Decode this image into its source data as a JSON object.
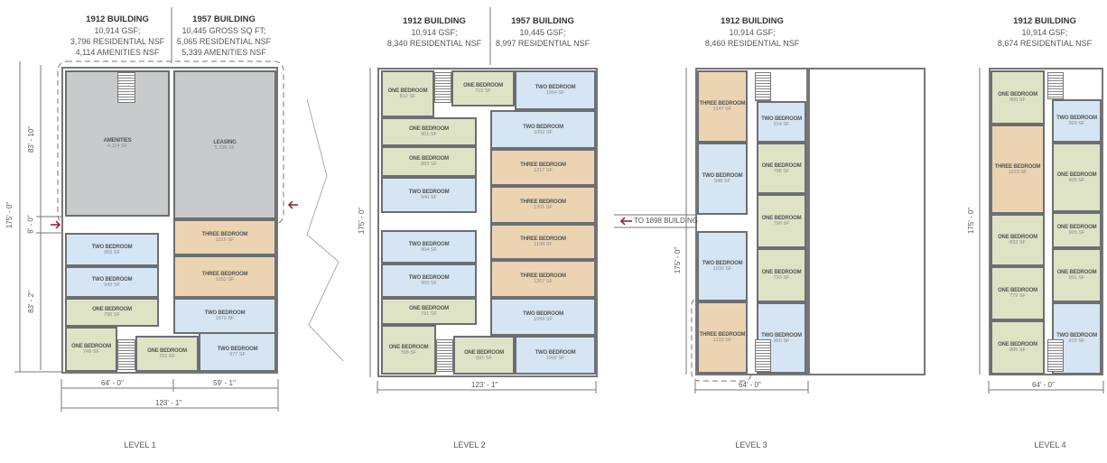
{
  "colors": {
    "one_bedroom": "#dfe3c6",
    "two_bedroom": "#d5e5f3",
    "three_bedroom": "#ecd4b2",
    "amenities": "#c9cacc",
    "entry_arrow": "#8b1a2b"
  },
  "level1": {
    "label": "LEVEL 1",
    "header_1912": {
      "title": "1912 BUILDING",
      "lines": [
        "10,914 GSF;",
        "3,796 RESIDENTIAL NSF",
        "4,114 AMENITIES NSF"
      ]
    },
    "header_1957": {
      "title": "1957 BUILDING",
      "lines": [
        "10,445 GROSS SQ FT;",
        "5,065 RESIDENTIAL NSF",
        "5,339 AMENITIES NSF"
      ]
    },
    "dims": {
      "width_1912": "64' - 0\"",
      "width_1957": "59' - 1\"",
      "total_width": "123' - 1\"",
      "total_height": "175' - 0\"",
      "upper": "83' - 10\"",
      "corridor": "8' - 0\"",
      "lower": "83' - 2\""
    },
    "rooms": [
      {
        "type": "AMENITIES",
        "area": "4,114 SF"
      },
      {
        "type": "LEASING",
        "area": "5,336 SF"
      },
      {
        "type": "THREE BEDROOM",
        "area": "1316 SF"
      },
      {
        "type": "THREE BEDROOM",
        "area": "1352 SF"
      },
      {
        "type": "TWO BEDROOM",
        "area": "955 SF"
      },
      {
        "type": "TWO BEDROOM",
        "area": "946 SF"
      },
      {
        "type": "ONE BEDROOM",
        "area": "796 SF"
      },
      {
        "type": "ONE BEDROOM",
        "area": "748 SF"
      },
      {
        "type": "ONE BEDROOM",
        "area": "701 SF"
      },
      {
        "type": "TWO BEDROOM",
        "area": "1070 SF"
      },
      {
        "type": "TWO BEDROOM",
        "area": "977 SF"
      }
    ]
  },
  "level2": {
    "label": "LEVEL 2",
    "header_1912": {
      "title": "1912 BUILDING",
      "lines": [
        "10,914 GSF;",
        "8,340 RESIDENTIAL NSF"
      ]
    },
    "header_1957": {
      "title": "1957 BUILDING",
      "lines": [
        "10,445 GSF;",
        "8,997 RESIDENTIAL NSF"
      ]
    },
    "dims": {
      "total_width": "123' - 1\"",
      "total_height": "175' - 0\""
    },
    "rooms": [
      {
        "type": "ONE BEDROOM",
        "area": "812 SF"
      },
      {
        "type": "ONE BEDROOM",
        "area": "715 SF"
      },
      {
        "type": "TWO BEDROOM",
        "area": "1064 SF"
      },
      {
        "type": "ONE BEDROOM",
        "area": "901 SF"
      },
      {
        "type": "ONE BEDROOM",
        "area": "883 SF"
      },
      {
        "type": "TWO BEDROOM",
        "area": "940 SF"
      },
      {
        "type": "TWO BEDROOM",
        "area": "964 SF"
      },
      {
        "type": "TWO BEDROOM",
        "area": "955 SF"
      },
      {
        "type": "ONE BEDROOM",
        "area": "791 SF"
      },
      {
        "type": "ONE BEDROOM",
        "area": "798 SF"
      },
      {
        "type": "ONE BEDROOM",
        "area": "691 SF"
      },
      {
        "type": "TWO BEDROOM",
        "area": "1002 SF"
      },
      {
        "type": "TWO BEDROOM",
        "area": "1052 SF"
      },
      {
        "type": "THREE BEDROOM",
        "area": "1217 SF"
      },
      {
        "type": "THREE BEDROOM",
        "area": "1201 SF"
      },
      {
        "type": "THREE BEDROOM",
        "area": "1198 SF"
      },
      {
        "type": "THREE BEDROOM",
        "area": "1207 SF"
      },
      {
        "type": "TWO BEDROOM",
        "area": "1058 SF"
      }
    ]
  },
  "level3": {
    "label": "LEVEL 3",
    "header_1912": {
      "title": "1912 BUILDING",
      "lines": [
        "10,914 GSF;",
        "8,460 RESIDENTIAL NSF"
      ]
    },
    "connector": "TO 1898 BUILDING",
    "dims": {
      "total_width": "64' - 0\"",
      "total_height": "175' - 0\""
    },
    "rooms": [
      {
        "type": "THREE BEDROOM",
        "area": "1147 SF"
      },
      {
        "type": "TWO BEDROOM",
        "area": "948 SF"
      },
      {
        "type": "TWO BEDROOM",
        "area": "1030 SF"
      },
      {
        "type": "THREE BEDROOM",
        "area": "1132 SF"
      },
      {
        "type": "TWO BEDROOM",
        "area": "914 SF"
      },
      {
        "type": "ONE BEDROOM",
        "area": "796 SF"
      },
      {
        "type": "ONE BEDROOM",
        "area": "796 SF"
      },
      {
        "type": "ONE BEDROOM",
        "area": "793 SF"
      },
      {
        "type": "TWO BEDROOM",
        "area": "900 SF"
      }
    ]
  },
  "level4": {
    "label": "LEVEL 4",
    "header_1912": {
      "title": "1912 BUILDING",
      "lines": [
        "10,914 GSF;",
        "8,674 RESIDENTIAL NSF"
      ]
    },
    "dims": {
      "total_width": "64' - 0\"",
      "total_height": "175' - 0\""
    },
    "rooms": [
      {
        "type": "ONE BEDROOM",
        "area": "900 SF"
      },
      {
        "type": "THREE BEDROOM",
        "area": "1223 SF"
      },
      {
        "type": "ONE BEDROOM",
        "area": "832 SF"
      },
      {
        "type": "ONE BEDROOM",
        "area": "779 SF"
      },
      {
        "type": "ONE BEDROOM",
        "area": "885 SF"
      },
      {
        "type": "TWO BEDROOM",
        "area": "929 SF"
      },
      {
        "type": "ONE BEDROOM",
        "area": "905 SF"
      },
      {
        "type": "ONE BEDROOM",
        "area": "905 SF"
      },
      {
        "type": "ONE BEDROOM",
        "area": "801 SF"
      },
      {
        "type": "TWO BEDROOM",
        "area": "915 SF"
      }
    ]
  }
}
